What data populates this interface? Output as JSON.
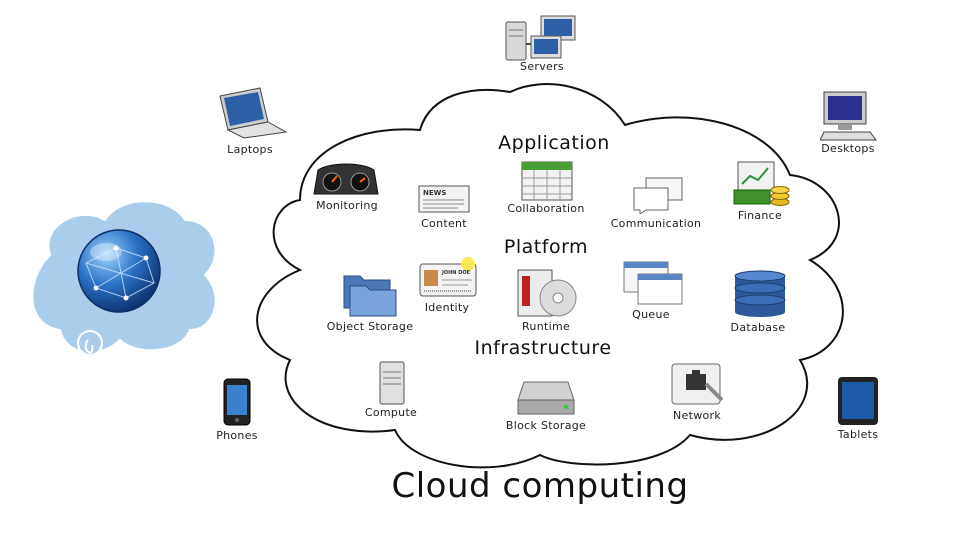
{
  "title": "Cloud computing",
  "sections": {
    "application": "Application",
    "platform": "Platform",
    "infrastructure": "Infrastructure"
  },
  "devices": {
    "servers": "Servers",
    "laptops": "Laptops",
    "desktops": "Desktops",
    "phones": "Phones",
    "tablets": "Tablets"
  },
  "application": {
    "monitoring": "Monitoring",
    "content": "Content",
    "collaboration": "Collaboration",
    "communication": "Communication",
    "finance": "Finance"
  },
  "platform": {
    "object_storage": "Object Storage",
    "identity": "Identity",
    "runtime": "Runtime",
    "queue": "Queue",
    "database": "Database"
  },
  "infrastructure": {
    "compute": "Compute",
    "block_storage": "Block Storage",
    "network": "Network"
  },
  "icon_text": {
    "news": "NEWS",
    "badge_name": "JOHN DOE"
  },
  "colors": {
    "cloud_outline": "#111111",
    "side_cloud": "#a9cdea",
    "globe": "#1f5fa8"
  }
}
